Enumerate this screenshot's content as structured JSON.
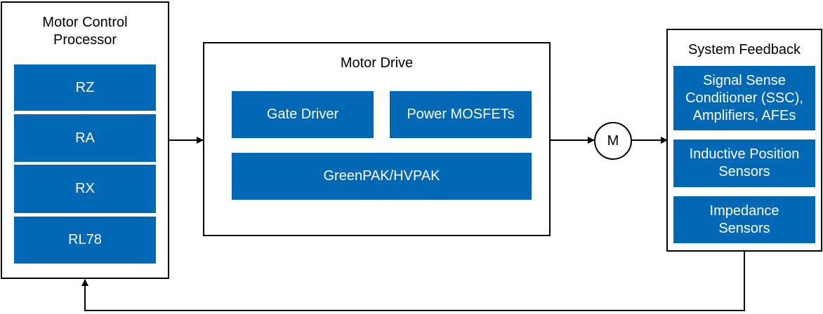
{
  "processor": {
    "title_line1": "Motor Control",
    "title_line2": "Processor",
    "items": [
      "RZ",
      "RA",
      "RX",
      "RL78"
    ]
  },
  "drive": {
    "title": "Motor Drive",
    "gate_driver": "Gate Driver",
    "power_mosfets": "Power MOSFETs",
    "greenpak": "GreenPAK/HVPAK"
  },
  "motor": {
    "label": "M"
  },
  "feedback": {
    "title": "System Feedback",
    "ssc": [
      "Signal Sense",
      "Conditioner (SSC),",
      "Amplifiers, AFEs"
    ],
    "inductive": [
      "Inductive Position",
      "Sensors"
    ],
    "impedance": [
      "Impedance",
      "Sensors"
    ]
  },
  "colors": {
    "block_fill": "#0068b5",
    "line": "#000000"
  }
}
